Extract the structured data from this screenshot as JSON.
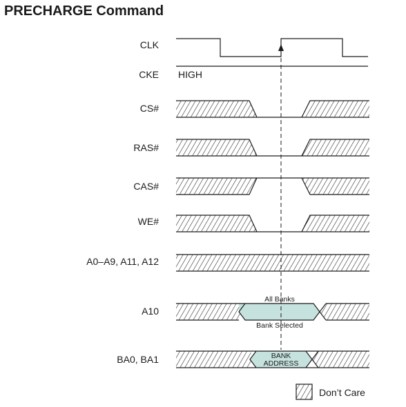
{
  "title": "PRECHARGE Command",
  "signals": {
    "clk": "CLK",
    "cke": "CKE",
    "cke_value": "HIGH",
    "cs": "CS#",
    "ras": "RAS#",
    "cas": "CAS#",
    "we": "WE#",
    "addr": "A0–A9, A11, A12",
    "a10": "A10",
    "ba": "BA0, BA1"
  },
  "annotations": {
    "all_banks": "All Banks",
    "bank_selected": "Bank Selected",
    "bank_address_line1": "BANK",
    "bank_address_line2": "ADDRESS"
  },
  "legend": {
    "dont_care": "Don’t Care"
  },
  "colors": {
    "line": "#1a1a1a",
    "valid_fill": "#c6e2de"
  }
}
